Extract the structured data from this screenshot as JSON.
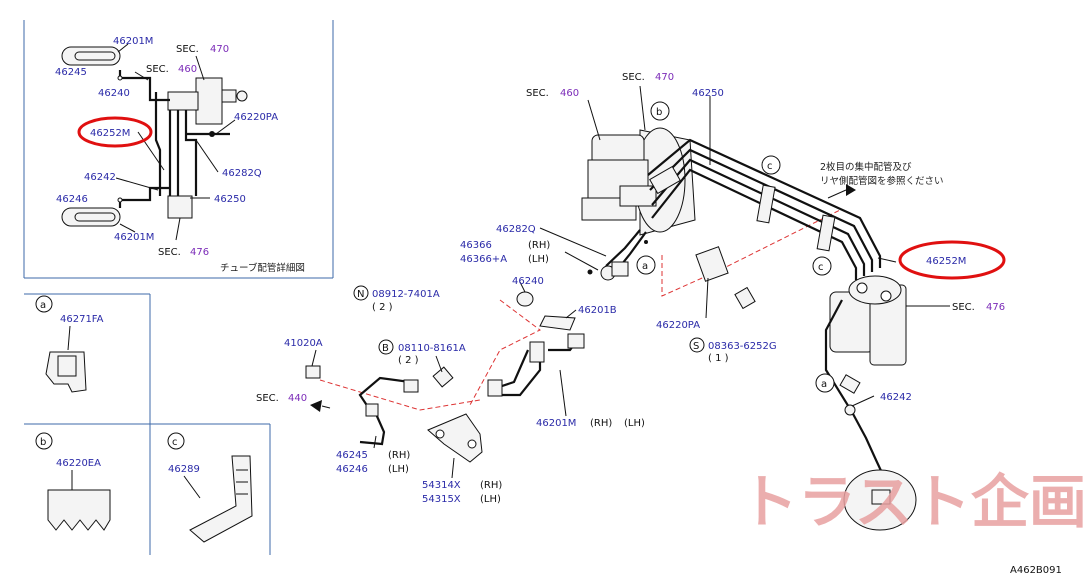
{
  "inset": {
    "caption": "チューブ配管詳細図",
    "labels": {
      "p46201m_top": "46201M",
      "p46245": "46245",
      "p46240": "46240",
      "p46252m": "46252M",
      "p46242": "46242",
      "p46246": "46246",
      "p46201m_bot": "46201M",
      "p46250": "46250",
      "p46282q": "46282Q",
      "p46220pa": "46220PA",
      "sec460": {
        "prefix": "SEC.",
        "num": "460"
      },
      "sec470": {
        "prefix": "SEC.",
        "num": "470"
      },
      "sec476": {
        "prefix": "SEC.",
        "num": "476"
      }
    }
  },
  "panels": {
    "a": {
      "letter": "a",
      "part": "46271FA"
    },
    "b": {
      "letter": "b",
      "part": "46220EA"
    },
    "c": {
      "letter": "c",
      "part": "46289"
    }
  },
  "main": {
    "sec460": {
      "prefix": "SEC.",
      "num": "460"
    },
    "sec470": {
      "prefix": "SEC.",
      "num": "470"
    },
    "sec476": {
      "prefix": "SEC.",
      "num": "476"
    },
    "sec440": {
      "prefix": "SEC.",
      "num": "440"
    },
    "p46250": "46250",
    "p46282q": "46282Q",
    "p46366": "46366",
    "p46366a": "46366+A",
    "rh": "(RH)",
    "lh": "(LH)",
    "p46240": "46240",
    "p46201b": "46201B",
    "p46220pa": "46220PA",
    "p46252m": "46252M",
    "p46242": "46242",
    "p46201m": "46201M",
    "p46245": "46245",
    "p46246": "46246",
    "p54314x": "54314X",
    "p54315x": "54315X",
    "p41020a": "41020A",
    "bolt_n": {
      "letter": "N",
      "part": "08912-7401A",
      "qty": "( 2 )"
    },
    "bolt_b": {
      "letter": "B",
      "part": "08110-8161A",
      "qty": "( 2 )"
    },
    "bolt_s": {
      "letter": "S",
      "part": "08363-6252G",
      "qty": "( 1 )"
    },
    "note_line1": "2枚目の集中配管及び",
    "note_line2": "リヤ側配管図を参照ください",
    "callout_a": "a",
    "callout_b": "b",
    "callout_c": "c"
  },
  "watermark": "トラスト企画",
  "diagram_code": "A462B091",
  "colors": {
    "part_number": "#2a2aa8",
    "section_number": "#7b2bb8",
    "highlight": "#e01010",
    "watermark": "#e8a0a0"
  }
}
